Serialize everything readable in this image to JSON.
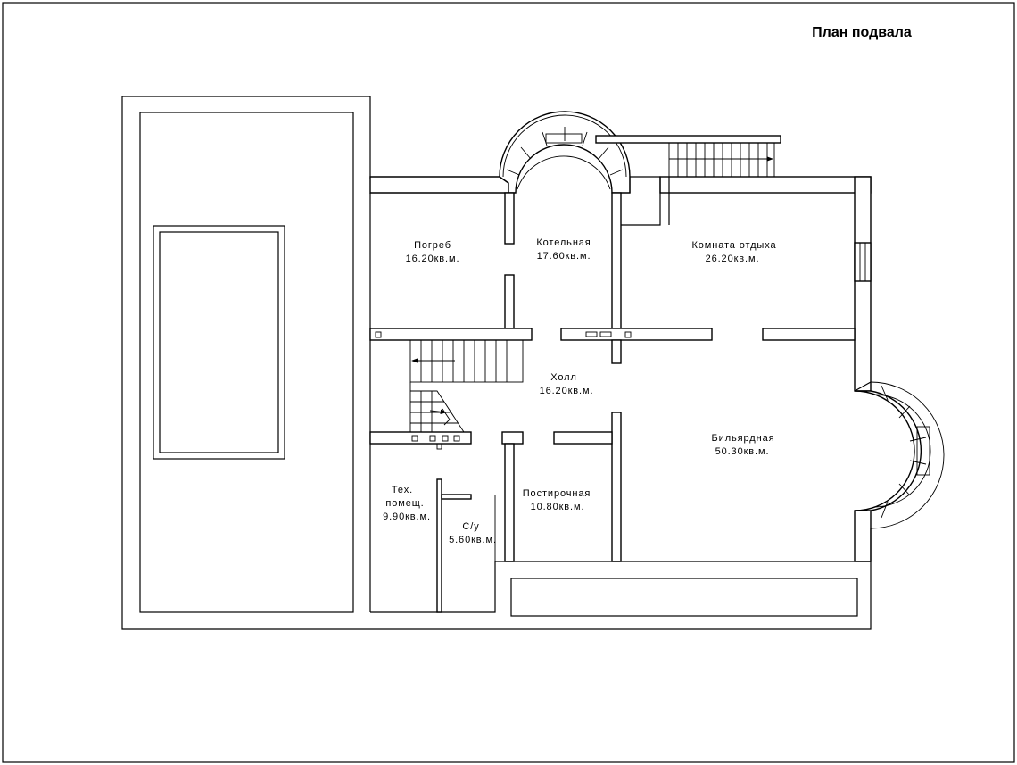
{
  "title": "План подвала",
  "rooms": [
    {
      "key": "pogreb",
      "name": "Погреб",
      "area": "16.20кв.м."
    },
    {
      "key": "kotelnaya",
      "name": "Котельная",
      "area": "17.60кв.м."
    },
    {
      "key": "komnata",
      "name": "Комната отдыха",
      "area": "26.20кв.м."
    },
    {
      "key": "holl",
      "name": "Холл",
      "area": "16.20кв.м."
    },
    {
      "key": "bilyard",
      "name": "Бильярдная",
      "area": "50.30кв.м."
    },
    {
      "key": "teh",
      "name_lines": [
        "Тех.",
        "помещ."
      ],
      "area": "9.90кв.м."
    },
    {
      "key": "su",
      "name": "С/у",
      "area": "5.60кв.м."
    },
    {
      "key": "postir",
      "name": "Постирочная",
      "area": "10.80кв.м."
    }
  ]
}
